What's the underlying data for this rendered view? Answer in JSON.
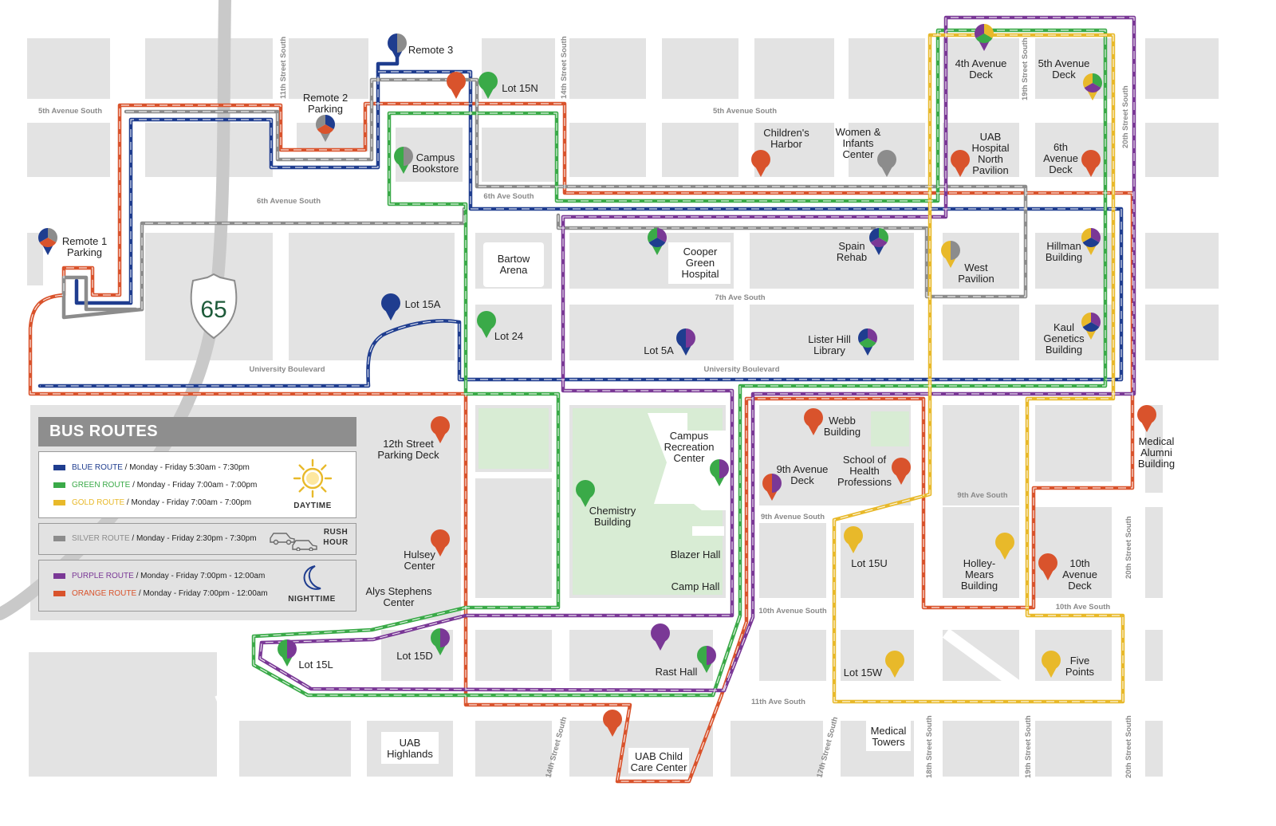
{
  "legend": {
    "title": "BUS ROUTES",
    "routes": [
      {
        "name": "BLUE ROUTE",
        "schedule": " / Monday - Friday 5:30am - 7:30pm",
        "color": "#1f3d8f"
      },
      {
        "name": "GREEN ROUTE",
        "schedule": " / Monday - Friday 7:00am - 7:00pm",
        "color": "#3aaa48"
      },
      {
        "name": "GOLD ROUTE",
        "schedule": " / Monday - Friday 7:00am - 7:00pm",
        "color": "#e8b92a"
      },
      {
        "name": "SILVER ROUTE",
        "schedule": " / Monday - Friday 2:30pm - 7:30pm",
        "color": "#8c8c8c"
      },
      {
        "name": "PURPLE ROUTE",
        "schedule": " / Monday - Friday 7:00pm - 12:00am",
        "color": "#7a3896"
      },
      {
        "name": "ORANGE ROUTE",
        "schedule": " / Monday - Friday 7:00pm - 12:00am",
        "color": "#d9532c"
      }
    ],
    "groups": {
      "daytime": "DAYTIME",
      "rush_1": "RUSH",
      "rush_2": "HOUR",
      "nighttime": "NIGHTTIME"
    }
  },
  "highway": {
    "number": "65"
  },
  "streets": {
    "s5_west": "5th Avenue South",
    "s5_east": "5th Avenue South",
    "s6_west": "6th Avenue South",
    "s6_mid": "6th Ave South",
    "s7": "7th Ave South",
    "univ_west": "University Boulevard",
    "univ_east": "University Boulevard",
    "s9a": "9th Avenue South",
    "s9b": "9th Ave South",
    "s10a": "10th Avenue South",
    "s10b": "10th Ave South",
    "s11": "11th Ave South",
    "st11": "11th Street South",
    "st14n": "14th Street South",
    "st14s": "14th Street South",
    "st17": "17th Street South",
    "st18": "18th Street South",
    "st19n": "19th Street South",
    "st19s": "19th Street South",
    "st20n": "20th Street South",
    "st20m": "20th Street South",
    "st20s": "20th Street South"
  },
  "places": {
    "remote3": "Remote 3",
    "remote2_1": "Remote 2",
    "remote2_2": "Parking",
    "lot15n": "Lot 15N",
    "bookstore_1": "Campus",
    "bookstore_2": "Bookstore",
    "remote1_1": "Remote 1",
    "remote1_2": "Parking",
    "bartow_1": "Bartow",
    "bartow_2": "Arena",
    "cooper_1": "Cooper",
    "cooper_2": "Green",
    "cooper_3": "Hospital",
    "childrens_1": "Children's",
    "childrens_2": "Harbor",
    "women_1": "Women &",
    "women_2": "Infants",
    "women_3": "Center",
    "ave4_1": "4th Avenue",
    "ave4_2": "Deck",
    "ave5_1": "5th Avenue",
    "ave5_2": "Deck",
    "uabh_1": "UAB",
    "uabh_2": "Hospital",
    "uabh_3": "North",
    "uabh_4": "Pavilion",
    "ave6_1": "6th",
    "ave6_2": "Avenue",
    "ave6_3": "Deck",
    "spain_1": "Spain",
    "spain_2": "Rehab",
    "westpav_1": "West",
    "westpav_2": "Pavilion",
    "hillman_1": "Hillman",
    "hillman_2": "Building",
    "lot15a": "Lot 15A",
    "lot24": "Lot 24",
    "lot5a": "Lot 5A",
    "lister_1": "Lister Hill",
    "lister_2": "Library",
    "kaul_1": "Kaul",
    "kaul_2": "Genetics",
    "kaul_3": "Building",
    "deck12_1": "12th Street",
    "deck12_2": "Parking Deck",
    "rec_1": "Campus",
    "rec_2": "Recreation",
    "rec_3": "Center",
    "webb_1": "Webb",
    "webb_2": "Building",
    "shp_1": "School of",
    "shp_2": "Health",
    "shp_3": "Professions",
    "ave9_1": "9th Avenue",
    "ave9_2": "Deck",
    "medalum_1": "Medical",
    "medalum_2": "Alumni",
    "medalum_3": "Building",
    "chem_1": "Chemistry",
    "chem_2": "Building",
    "blazer": "Blazer Hall",
    "camp": "Camp Hall",
    "hulsey_1": "Hulsey",
    "hulsey_2": "Center",
    "alys_1": "Alys Stephens",
    "alys_2": "Center",
    "lot15u": "Lot 15U",
    "holley_1": "Holley-",
    "holley_2": "Mears",
    "holley_3": "Building",
    "ave10_1": "10th",
    "ave10_2": "Avenue",
    "ave10_3": "Deck",
    "lot15l": "Lot 15L",
    "lot15d": "Lot 15D",
    "rast": "Rast Hall",
    "lot15w": "Lot 15W",
    "five_1": "Five",
    "five_2": "Points",
    "highlands_1": "UAB",
    "highlands_2": "Highlands",
    "childcare_1": "UAB Child",
    "childcare_2": "Care Center",
    "towers_1": "Medical",
    "towers_2": "Towers"
  },
  "colors": {
    "blue": "#1f3d8f",
    "green": "#3aaa48",
    "gold": "#e8b92a",
    "silver": "#8c8c8c",
    "purple": "#7a3896",
    "orange": "#d9532c",
    "block": "#e3e3e3",
    "park": "#d8ecd4",
    "highway": "#c9c9c9"
  },
  "icons": {
    "daytime": "sun-icon",
    "rush": "cars-icon",
    "nighttime": "moon-icon",
    "pin": "map-pin-icon",
    "shield": "interstate-shield-icon"
  }
}
